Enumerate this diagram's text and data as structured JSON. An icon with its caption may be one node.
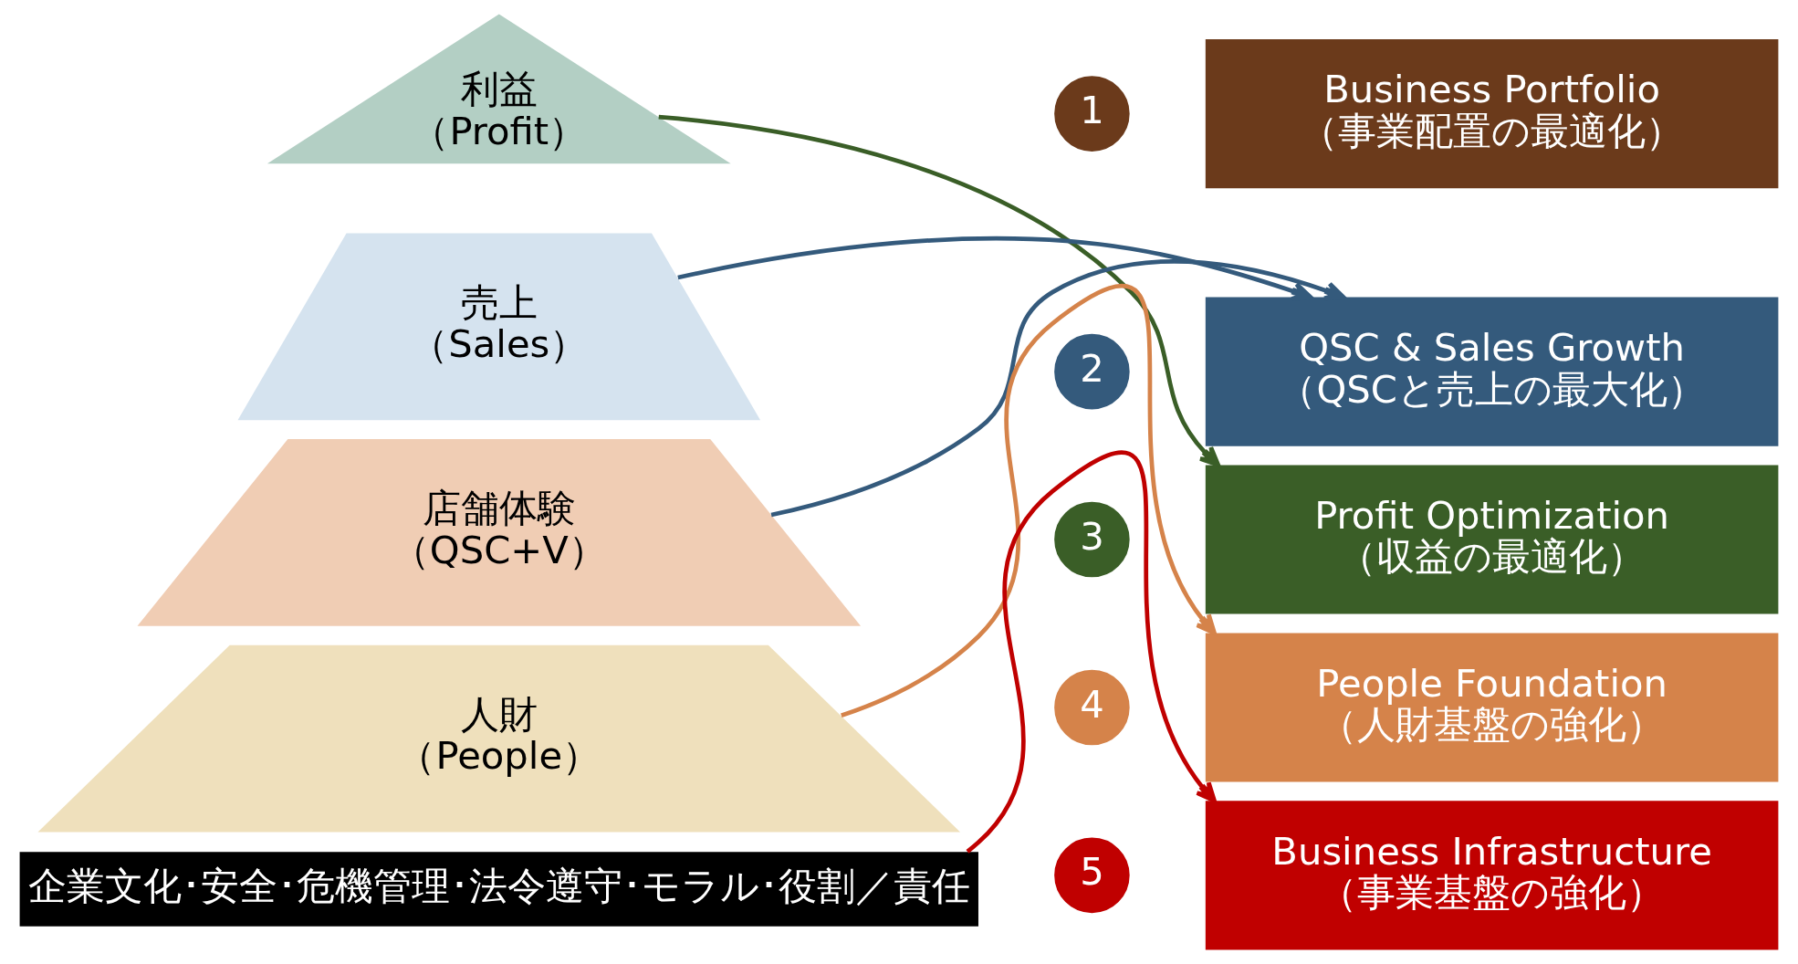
{
  "diagram": {
    "nodes": [
      {
        "text": [
          "利益",
          "（Profit）"
        ]
      },
      {
        "text": [
          "売上",
          "（Sales）"
        ]
      },
      {
        "text": [
          "店舗体験",
          "（QSC+V）"
        ]
      },
      {
        "text": [
          "人財",
          "（People）"
        ]
      },
      {
        "text": [
          "企業文化･安全･危機管理･法令遵守･モラル･役割／責任"
        ]
      },
      {
        "text": [
          "1"
        ]
      },
      {
        "text": [
          "Business Portfolio",
          "（事業配置の最適化）"
        ]
      },
      {
        "text": [
          "2"
        ]
      },
      {
        "text": [
          "QSC & Sales Growth",
          "（QSCと売上の最大化）"
        ]
      },
      {
        "text": [
          "3"
        ]
      },
      {
        "text": [
          "Profit Optimization",
          "（収益の最適化）"
        ]
      },
      {
        "text": [
          "4"
        ]
      },
      {
        "text": [
          "People Foundation",
          "（人財基盤の強化）"
        ]
      },
      {
        "text": [
          "5"
        ]
      },
      {
        "text": [
          "Business Infrastructure",
          "（事業基盤の強化）"
        ]
      }
    ],
    "edges": [
      {
        "from": 0,
        "to": 10,
        "arrow": "to",
        "color": "#3a5e27"
      },
      {
        "from": 1,
        "to": 8,
        "arrow": "to",
        "color": "#345a7c"
      },
      {
        "from": 2,
        "to": 8,
        "arrow": "to",
        "color": "#345a7c"
      },
      {
        "from": 3,
        "to": 12,
        "arrow": "to",
        "color": "#d5834a"
      },
      {
        "from": 4,
        "to": 14,
        "arrow": "to",
        "color": "#c00000"
      }
    ]
  }
}
